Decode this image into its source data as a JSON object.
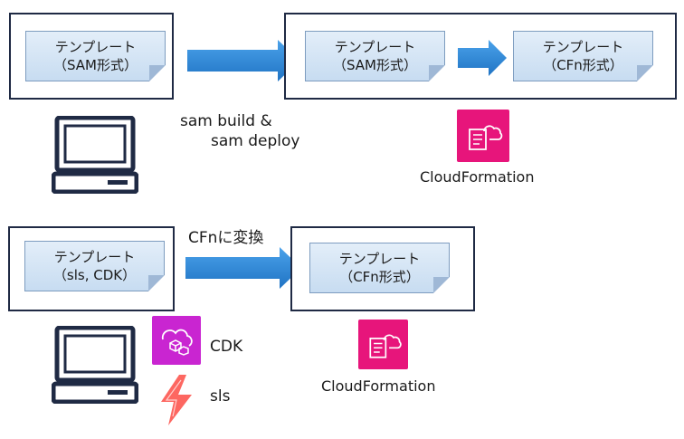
{
  "section1": {
    "source_doc": {
      "line1": "テンプレート",
      "line2": "（SAM形式）"
    },
    "command": {
      "line1": "sam build &",
      "line2": "sam deploy"
    },
    "target_doc_sam": {
      "line1": "テンプレート",
      "line2": "（SAM形式）"
    },
    "target_doc_cfn": {
      "line1": "テンプレート",
      "line2": "（CFn形式）"
    },
    "service_label": "CloudFormation"
  },
  "section2": {
    "source_doc": {
      "line1": "テンプレート",
      "line2": "（sls, CDK）"
    },
    "command": "CFnに変換",
    "target_doc_cfn": {
      "line1": "テンプレート",
      "line2": "（CFn形式）"
    },
    "cdk_label": "CDK",
    "sls_label": "sls",
    "service_label": "CloudFormation"
  },
  "colors": {
    "frame": "#1f2a44",
    "arrow": "#2f86d8",
    "cloudformation": "#e7157b",
    "cdk": "#c925d1",
    "serverless": "#fd5750"
  },
  "icons": [
    "computer-icon",
    "cloudformation-icon",
    "cdk-icon",
    "serverless-icon",
    "arrow-right-icon"
  ]
}
